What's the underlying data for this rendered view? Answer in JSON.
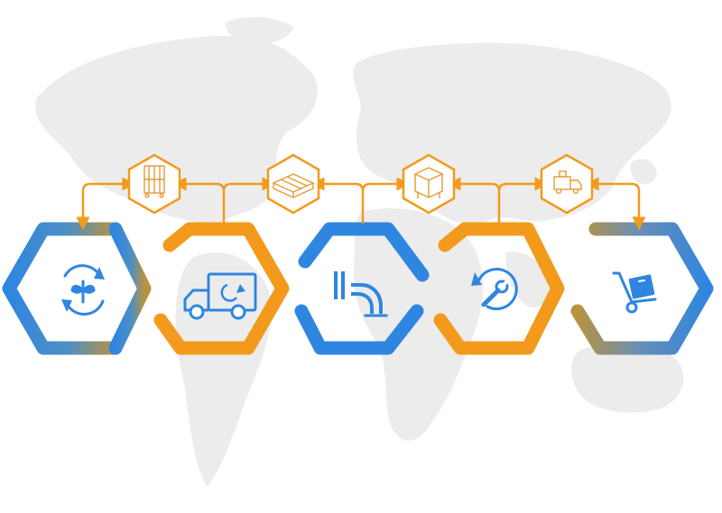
{
  "colors": {
    "blue": "#2f86e0",
    "orange": "#f39a1c",
    "map": "#ececec",
    "icon_blue": "#2f86e0",
    "icon_orange": "#e59a35"
  },
  "stages": [
    {
      "icon": "recycle-plant-icon",
      "ring": "blue-to-olive"
    },
    {
      "icon": "recycling-truck-icon",
      "ring": "orange"
    },
    {
      "icon": "pipe-bend-icon",
      "ring": "blue"
    },
    {
      "icon": "repair-cycle-icon",
      "ring": "orange"
    },
    {
      "icon": "hand-truck-box-icon",
      "ring": "olive-to-blue"
    }
  ],
  "connectors": [
    {
      "icon": "roll-cage-icon"
    },
    {
      "icon": "pallet-icon"
    },
    {
      "icon": "crate-icon"
    },
    {
      "icon": "delivery-truck-icon"
    }
  ]
}
